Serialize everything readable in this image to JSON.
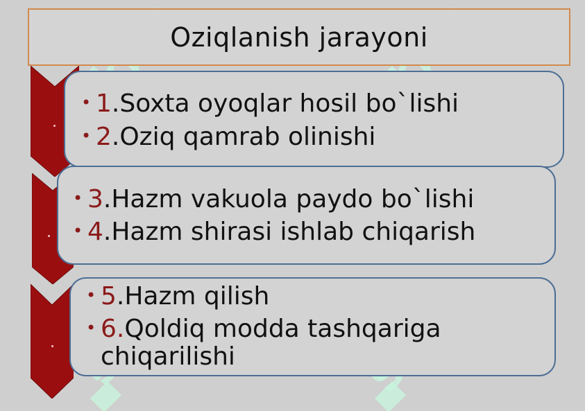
{
  "title": "Oziqlanish jarayoni",
  "colors": {
    "background": "#cfcfcf",
    "title_border": "#d08a4c",
    "card_border": "#4d6e95",
    "chevron_fill": "#9b0e10",
    "number_color": "#8b1a1a",
    "watermark": "#c8f2dc"
  },
  "watermark_text": "SOFF",
  "groups": [
    {
      "items": [
        {
          "num": "1",
          "text": ".Soxta oyoqlar hosil bo`lishi"
        },
        {
          "num": "2",
          "text": ".Oziq qamrab olinishi"
        }
      ]
    },
    {
      "items": [
        {
          "num": "3",
          "text": ".Hazm vakuola paydo bo`lishi"
        },
        {
          "num": "4",
          "text": ".Hazm shirasi ishlab chiqarish"
        }
      ]
    },
    {
      "items": [
        {
          "num": "5",
          "text": ".Hazm qilish"
        },
        {
          "num": "6.",
          "text": "Qoldiq modda tashqariga chiqarilishi"
        }
      ]
    }
  ]
}
